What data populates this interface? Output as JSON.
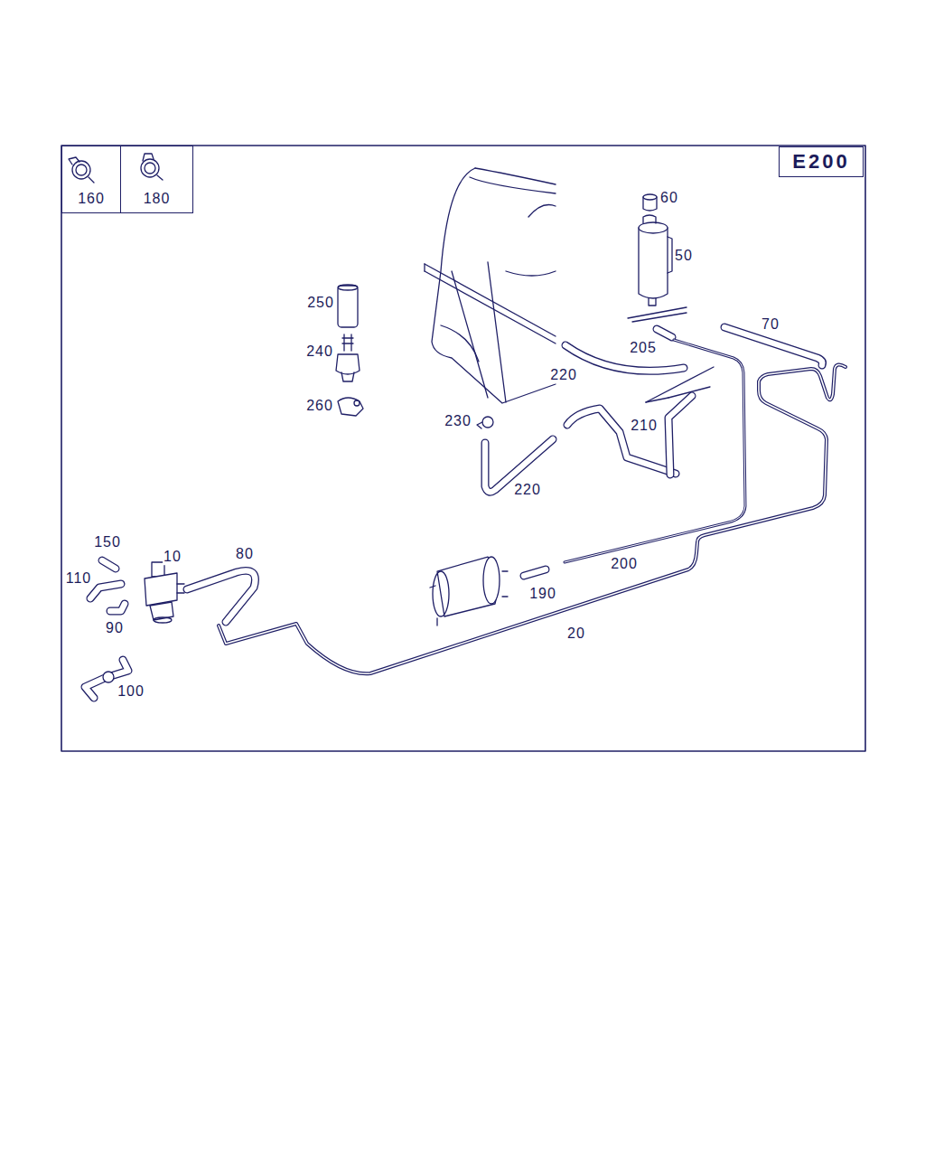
{
  "diagram": {
    "nodes": [
      {
        "text": [
          "160"
        ]
      },
      {
        "text": [
          "180"
        ]
      },
      {
        "text": [
          "E200"
        ]
      }
    ],
    "labels": [
      "60",
      "50",
      "250",
      "70",
      "240",
      "205",
      "220",
      "260",
      "230",
      "210",
      "220",
      "150",
      "10",
      "80",
      "110",
      "200",
      "190",
      "90",
      "20",
      "100"
    ]
  }
}
